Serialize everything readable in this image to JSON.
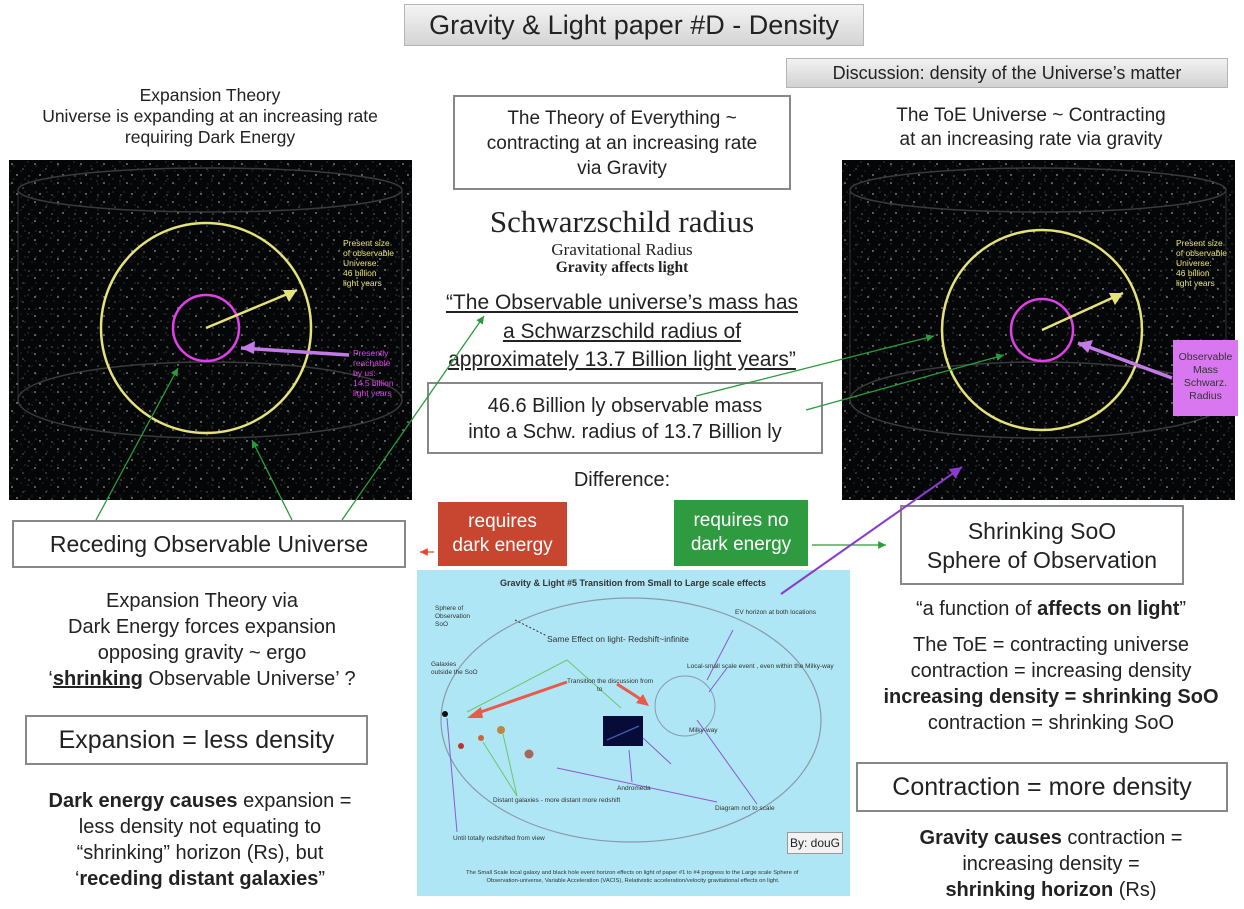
{
  "title": "Gravity & Light paper #D - Density",
  "discussion": "Discussion: density of the Universe’s matter",
  "left_heading": [
    "Expansion Theory",
    "Universe is expanding at an increasing rate",
    "requiring Dark Energy"
  ],
  "center_box": [
    "The Theory of Everything ~",
    "contracting at an increasing rate",
    "via Gravity"
  ],
  "right_heading": [
    "The ToE Universe ~ Contracting",
    "at an increasing rate via gravity"
  ],
  "universe_labels": {
    "present_size": [
      "Present size",
      "of observable",
      "Universe:",
      "46 billion",
      "light years"
    ],
    "presently_reachable": [
      "Presently",
      "reachable",
      "by us:",
      "14.5 billion",
      "light years"
    ],
    "observable_mass": [
      "Observable",
      "Mass",
      "Schwarz.",
      "Radius"
    ]
  },
  "schwarzschild": {
    "title": "Schwarzschild radius",
    "subtitle": "Gravitational Radius",
    "bold": "Gravity affects light",
    "quote": [
      "“The Observable universe’s mass has",
      "a Schwarzschild radius of",
      "approximately 13.7 Billion light years”"
    ]
  },
  "mass_box": [
    "46.6 Billion ly observable mass",
    "into a Schw. radius of 13.7 Billion ly"
  ],
  "difference": "Difference:",
  "receding_box": "Receding Observable Universe",
  "requires_dark": [
    "requires",
    "dark energy"
  ],
  "requires_no_dark": [
    "requires no",
    "dark energy"
  ],
  "shrinking_box": [
    "Shrinking SoO",
    "Sphere of Observation"
  ],
  "left_text": {
    "line1": "Expansion Theory via",
    "line2": "Dark Energy forces expansion",
    "line3": "opposing  gravity ~ ergo",
    "line4_q": "‘",
    "line4_bold": "shrinking",
    "line4_rest": " Observable Universe’ ?"
  },
  "expansion_box": "Expansion = less density",
  "dark_energy_text": {
    "b1": "Dark energy causes",
    "r1": " expansion =",
    "line2": "less density not equating to",
    "line3": "“shrinking” horizon (Rs), but",
    "q": "‘",
    "b4": "receding distant galaxies",
    "end": "”"
  },
  "right_text": {
    "q_start": "“a function of ",
    "q_bold": "affects on light",
    "q_end": "”",
    "line2": "The ToE = contracting universe",
    "line3": "contraction = increasing  density",
    "line4": "increasing density = shrinking SoO",
    "line5": "contraction = shrinking SoO"
  },
  "contraction_box": "Contraction = more density",
  "gravity_text": {
    "b1": "Gravity causes",
    "r1": " contraction =",
    "line2": "increasing density =",
    "b3": "shrinking horizon",
    "r3": " (Rs)"
  },
  "inset": {
    "title": "Gravity & Light #5  Transition from Small to Large scale effects",
    "sphere": [
      "Sphere of",
      "Observation",
      "SoO"
    ],
    "same_effect": "Same Effect on light- Redshift~infinite",
    "ev_horizon": "EV horizon at both locations",
    "local_scale": "Local-small scale event , even within the Milky-way",
    "galaxies_outside": [
      "Galaxies",
      "outside the SoO"
    ],
    "transition": [
      "Transition the discussion from",
      "to"
    ],
    "milkyway": "Milky-way",
    "andromeda": "Andromeda",
    "distant": "Distant galaxies - more distant more redshift",
    "not_to_scale": "Diagram not to scale",
    "until": "Until totally redshifted from view",
    "footer": [
      "The Small Scale local galaxy and black hole event horizon effects on light of paper #1 to #4 progress to the Large scale Sphere of",
      "Observation-universe, Variable Acceleration (VACIS), Relativistic acceleration/velocity gravitational effects on light."
    ],
    "byline": "By: douG"
  },
  "colors": {
    "dark_red": "#c8462f",
    "no_dark_green": "#2f9b40",
    "inset_bg": "#aee6f5",
    "magenta": "#e040e8",
    "yellow": "#e6e27a",
    "mass_box": "#d977f0"
  }
}
